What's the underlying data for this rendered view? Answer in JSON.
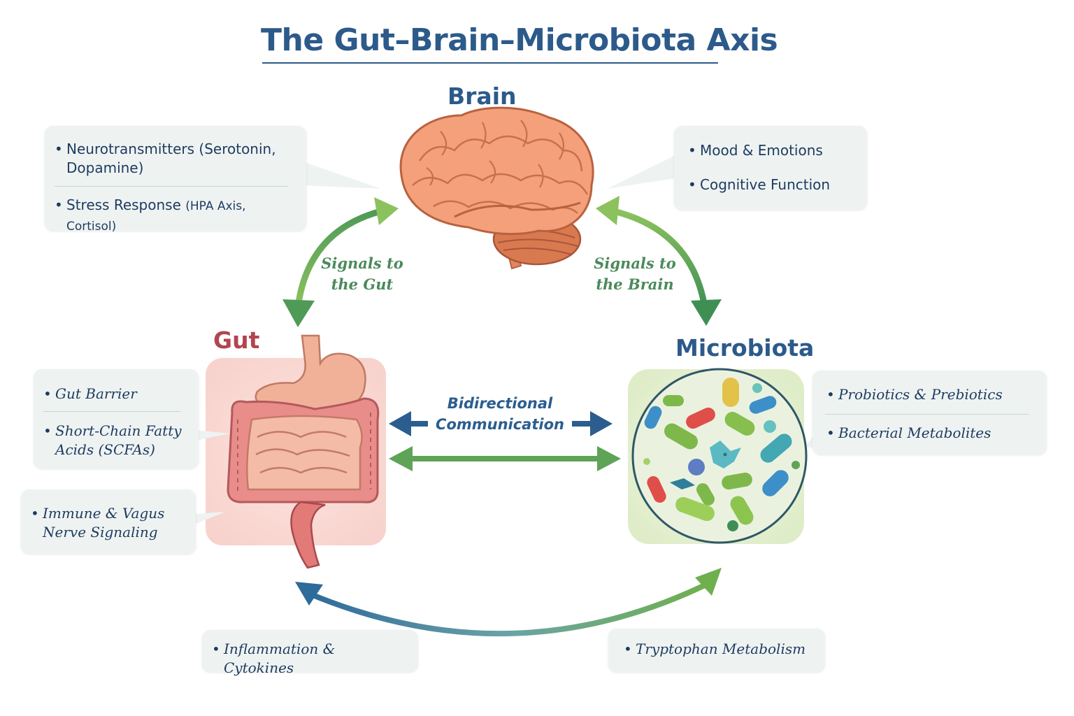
{
  "title": "The Gut–Brain–Microbiota Axis",
  "nodes": {
    "brain": "Brain",
    "gut": "Gut",
    "microbiota": "Microbiota"
  },
  "brain_left_box": {
    "items": [
      "Neurotransmitters (Serotonin, Dopamine)",
      "Stress Response"
    ],
    "stress_detail": "(HPA Axis, Cortisol)"
  },
  "brain_right_box": {
    "items": [
      "Mood & Emotions",
      "Cognitive Function"
    ]
  },
  "gut_box_top": {
    "items": [
      "Gut Barrier",
      "Short-Chain Fatty Acids (SCFAs)"
    ]
  },
  "gut_box_bottom": {
    "items": [
      "Immune & Vagus Nerve Signaling"
    ]
  },
  "micro_box": {
    "items": [
      "Probiotics & Prebiotics",
      "Bacterial Metabolites"
    ]
  },
  "bottom_left_box": {
    "items": [
      "Inflammation & Cytokines"
    ]
  },
  "bottom_right_box": {
    "items": [
      "Tryptophan Metabolism"
    ]
  },
  "edges": {
    "signals_to_gut": "Signals to the Gut",
    "signals_to_brain": "Signals to the Brain",
    "bidirectional": "Bidirectional Communication"
  },
  "bullet": "•",
  "colors": {
    "title": "#2c5a8a",
    "gut_label": "#b24550",
    "green_arrow": "#5fa357",
    "blue_arrow": "#2b5d8f",
    "box_bg": "#eef3f2"
  }
}
